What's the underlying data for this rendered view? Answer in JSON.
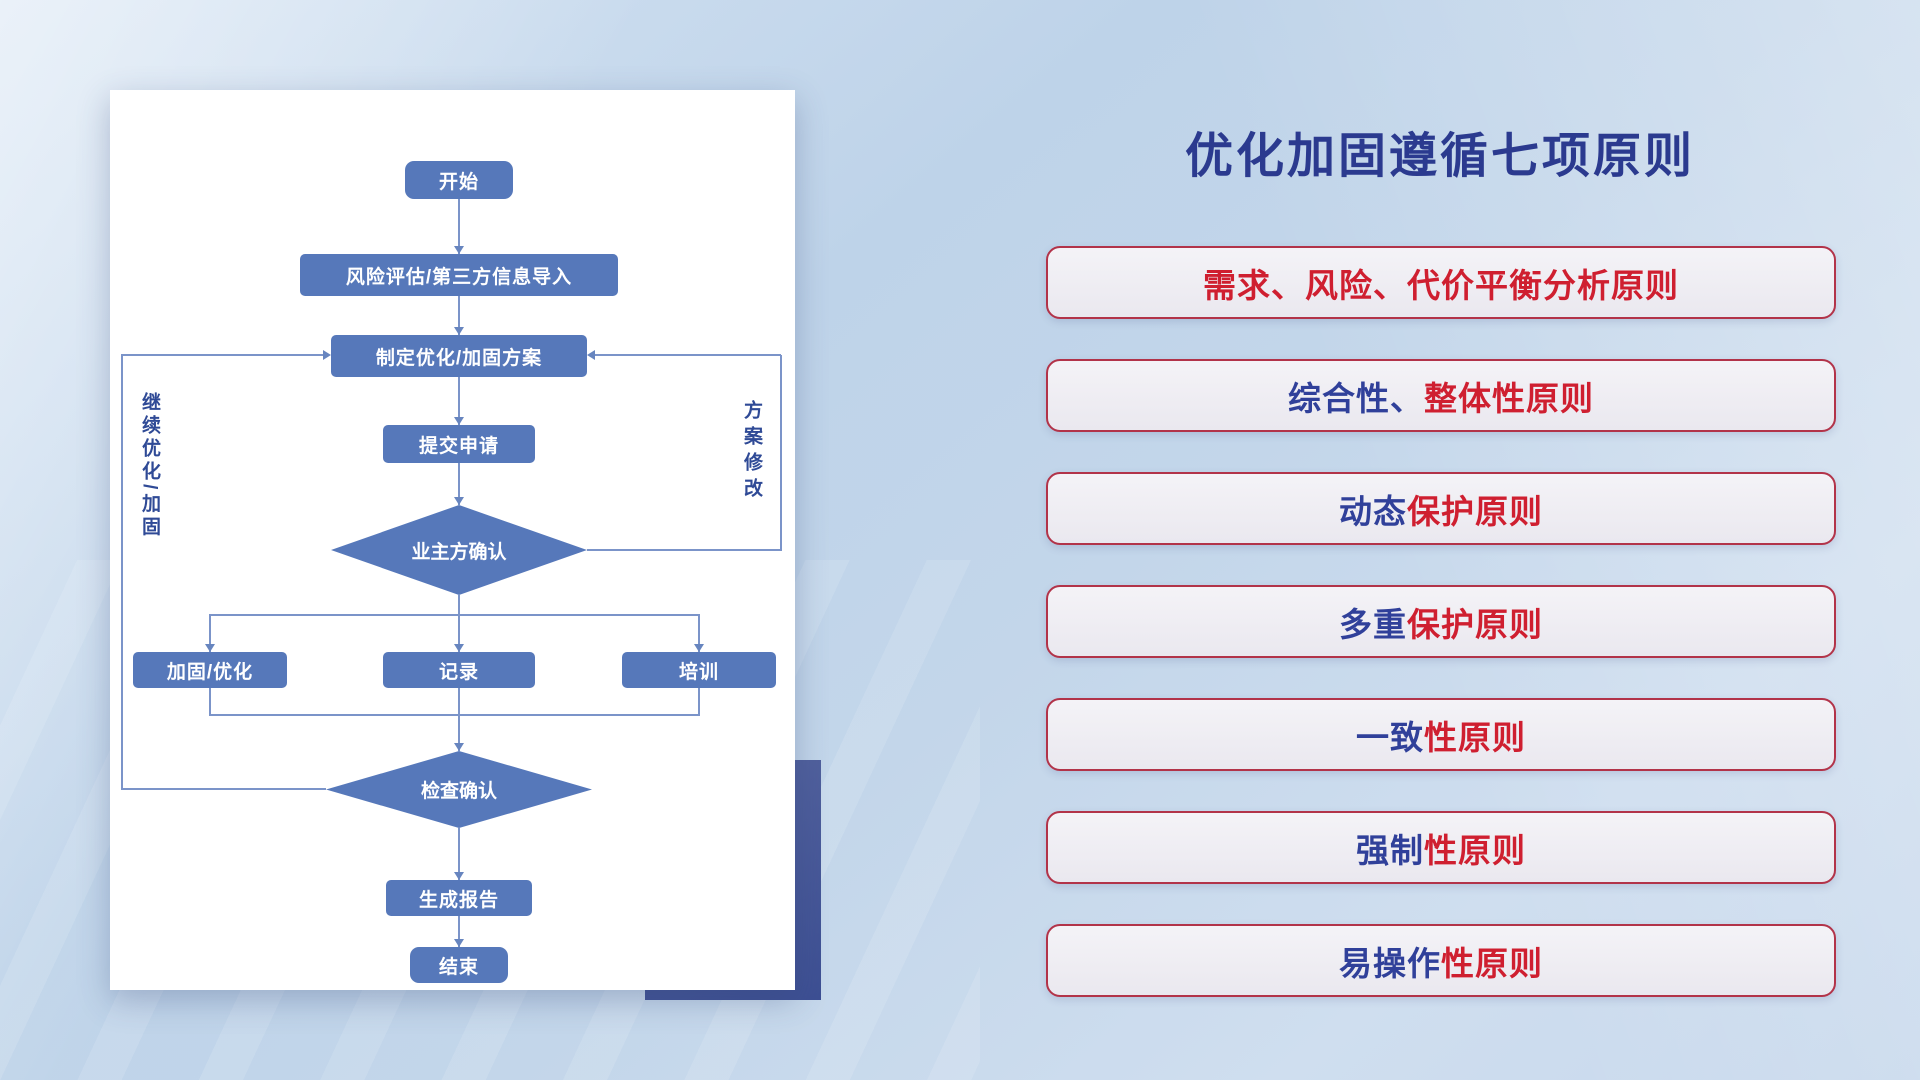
{
  "flowchart": {
    "nodes": {
      "start": "开始",
      "risk_import": "风险评估/第三方信息导入",
      "make_plan": "制定优化/加固方案",
      "submit": "提交申请",
      "owner_confirm": "业主方确认",
      "reinforce": "加固/优化",
      "record": "记录",
      "training": "培训",
      "check_confirm": "检查确认",
      "report": "生成报告",
      "end": "结束"
    },
    "labels": {
      "left_loop": "继续优化/加固",
      "right_loop": "方案修改"
    }
  },
  "principles": {
    "title": "优化加固遵循七项原则",
    "items": [
      {
        "lead": "",
        "rest": "需求、风险、代价平衡分析原则"
      },
      {
        "lead": "综合性、",
        "rest": "整体性原则"
      },
      {
        "lead": "动态",
        "rest": "保护原则"
      },
      {
        "lead": "多重",
        "rest": "保护原则"
      },
      {
        "lead": "一致",
        "rest": "性原则"
      },
      {
        "lead": "强制",
        "rest": "性原则"
      },
      {
        "lead": "易操作",
        "rest": "性原则"
      }
    ]
  },
  "colors": {
    "title_blue": "#2b3a8f",
    "principle_red": "#cf1f30",
    "principle_blue": "#30409a",
    "node_fill": "#5678ba",
    "edge_line": "#7b94c9",
    "accent_block": "#3d4f93"
  }
}
